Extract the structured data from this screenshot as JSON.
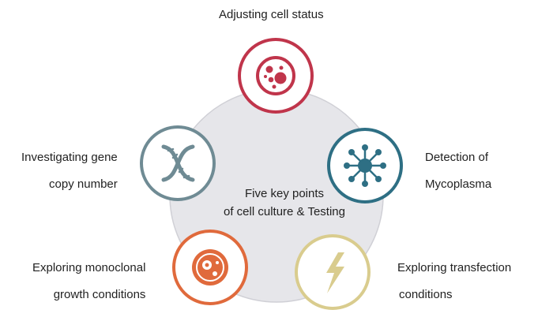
{
  "center": {
    "line1": "Five key points",
    "line2": "of cell culture & Testing"
  },
  "nodes": [
    {
      "id": "cell-status",
      "lines": [
        "Adjusting cell status"
      ],
      "color": "#c0354b",
      "icon": "cell-icon"
    },
    {
      "id": "mycoplasma",
      "lines": [
        "Detection of",
        "Mycoplasma"
      ],
      "color": "#2e6f84",
      "icon": "virus-icon"
    },
    {
      "id": "transfection",
      "lines": [
        "Exploring transfection",
        "conditions"
      ],
      "color": "#d9cc8e",
      "icon": "lightning-icon"
    },
    {
      "id": "monoclonal",
      "lines": [
        "Exploring monoclonal",
        "growth conditions"
      ],
      "color": "#e06a3c",
      "icon": "culture-dish-icon"
    },
    {
      "id": "gene-copy",
      "lines": [
        "Investigating gene",
        "copy number"
      ],
      "color": "#6f8b94",
      "icon": "dna-icon"
    }
  ],
  "colors": {
    "background_circle": "#e6e6ea",
    "background_stroke": "#d0d0d6"
  }
}
